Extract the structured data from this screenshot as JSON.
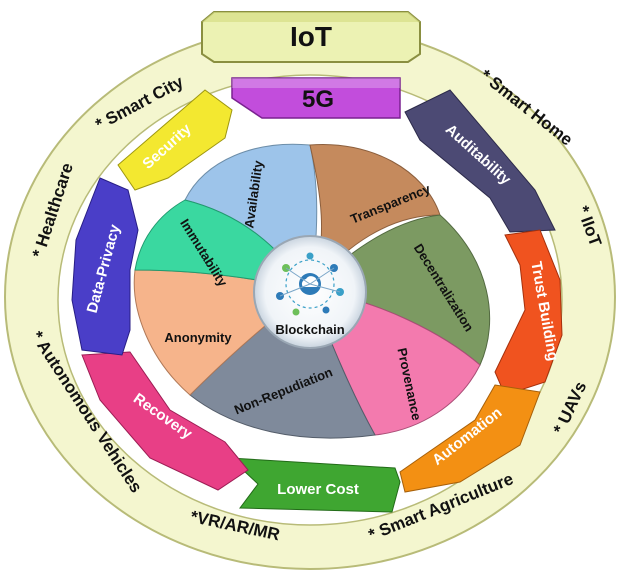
{
  "top_banner": {
    "label": "IoT",
    "color": "#ecf2b3"
  },
  "top_arrow": {
    "label": "5G",
    "color": "#c24ddc"
  },
  "outer_ring": {
    "color": "#f4f6cf",
    "items": [
      "* Smart City",
      "* Healthcare",
      "* Autonomous Vehicles",
      "*VR/AR/MR",
      "* Smart Agriculture",
      "* UAVs",
      "* IIoT",
      "* Smart Home"
    ]
  },
  "middle_ring": [
    {
      "label": "Security",
      "color": "#f3e830"
    },
    {
      "label": "Data-Privacy",
      "color": "#4a3ec8"
    },
    {
      "label": "Recovery",
      "color": "#e83f86"
    },
    {
      "label": "Lower Cost",
      "color": "#3fa631"
    },
    {
      "label": "Automation",
      "color": "#f39013"
    },
    {
      "label": "Trust Building",
      "color": "#f0531f"
    },
    {
      "label": "Auditability",
      "color": "#4c4a74"
    }
  ],
  "inner_petals": [
    {
      "label": "Availability",
      "color": "#9dc4ea"
    },
    {
      "label": "Transparency",
      "color": "#c58a5d"
    },
    {
      "label": "Decentralization",
      "color": "#7c9a62"
    },
    {
      "label": "Provenance",
      "color": "#f37aae"
    },
    {
      "label": "Non-Repudiation",
      "color": "#7f8a9b"
    },
    {
      "label": "Anonymity",
      "color": "#f6b48b"
    },
    {
      "label": "Immutability",
      "color": "#3ad8a0"
    }
  ],
  "center": {
    "label": "Blockchain",
    "icon": "blockchain-network-icon",
    "color": "#2e7bb8"
  }
}
